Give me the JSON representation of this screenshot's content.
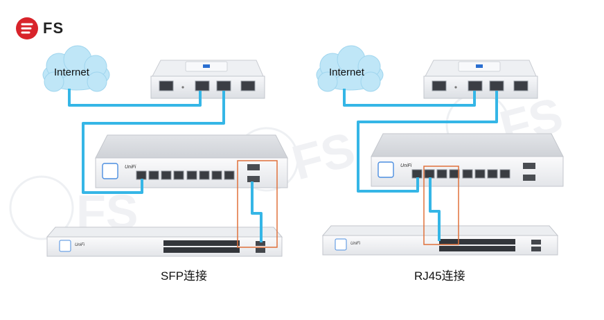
{
  "brand": {
    "name": "FS",
    "accent": "#d8232a"
  },
  "colors": {
    "cable": "#35b6e6",
    "highlight": "#e0703a",
    "device_body": "#e6e8ec",
    "cloud": "#b7e3f6"
  },
  "left": {
    "cloud_label": "Internet",
    "caption": "SFP连接",
    "switch_brand": "UniFi"
  },
  "right": {
    "cloud_label": "Internet",
    "caption": "RJ45连接",
    "switch_brand": "UniFi"
  }
}
